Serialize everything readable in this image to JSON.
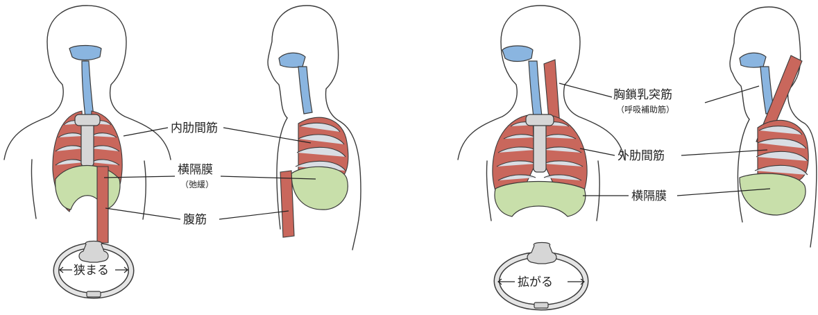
{
  "labels": {
    "exhale": {
      "internal_intercostal": "内肋間筋",
      "diaphragm": "横隔膜",
      "diaphragm_note": "（弛緩）",
      "abdominal": "腹筋",
      "narrow": "狭まる"
    },
    "inhale": {
      "sternocleidomastoid": "胸鎖乳突筋",
      "accessory_note": "（呼吸補助筋）",
      "external_intercostal": "外肋間筋",
      "diaphragm": "横隔膜",
      "expand": "拡がる"
    }
  },
  "colors": {
    "airway": "#8ab5e0",
    "muscle": "#c9675c",
    "diaphragm": "#c8dfaa",
    "bone": "#d6d6d6",
    "outline": "#3a3a3a"
  }
}
